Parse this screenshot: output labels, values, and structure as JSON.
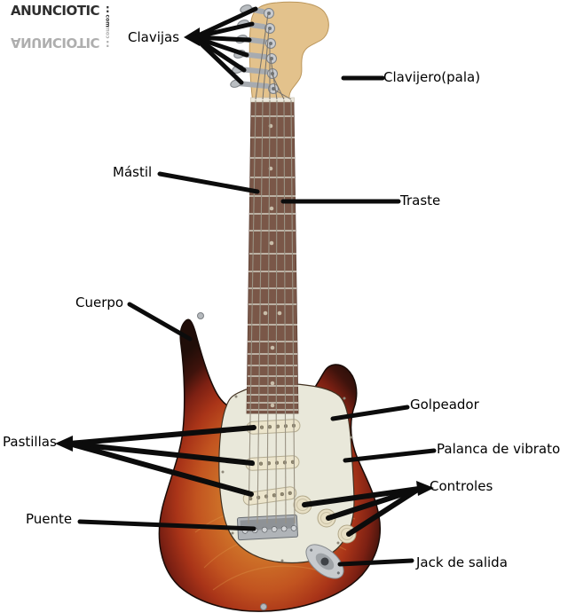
{
  "watermark": {
    "text": "ANUNCIOTIC",
    "colon": ":",
    "suffix": "com"
  },
  "labels": [
    {
      "id": "clavijas",
      "text": "Clavijas"
    },
    {
      "id": "clavijero",
      "text": "Clavijero(pala)"
    },
    {
      "id": "mastil",
      "text": "Mástil"
    },
    {
      "id": "traste",
      "text": "Traste"
    },
    {
      "id": "cuerpo",
      "text": "Cuerpo"
    },
    {
      "id": "golpeador",
      "text": "Golpeador"
    },
    {
      "id": "pastillas",
      "text": "Pastillas"
    },
    {
      "id": "palanca",
      "text": "Palanca de vibrato"
    },
    {
      "id": "controles",
      "text": "Controles"
    },
    {
      "id": "puente",
      "text": "Puente"
    },
    {
      "id": "jack",
      "text": "Jack de salida"
    }
  ],
  "colors": {
    "label_text": "#000000",
    "leader_line": "#0c0c0c",
    "body_center": "#d98f3e",
    "body_red": "#b03a16",
    "body_edge": "#200d08",
    "pickguard": "#e9e8da",
    "fretboard": "#7a5748",
    "headstock_wood": "#e3c28c",
    "hardware_chrome": "#b4b8bc"
  }
}
